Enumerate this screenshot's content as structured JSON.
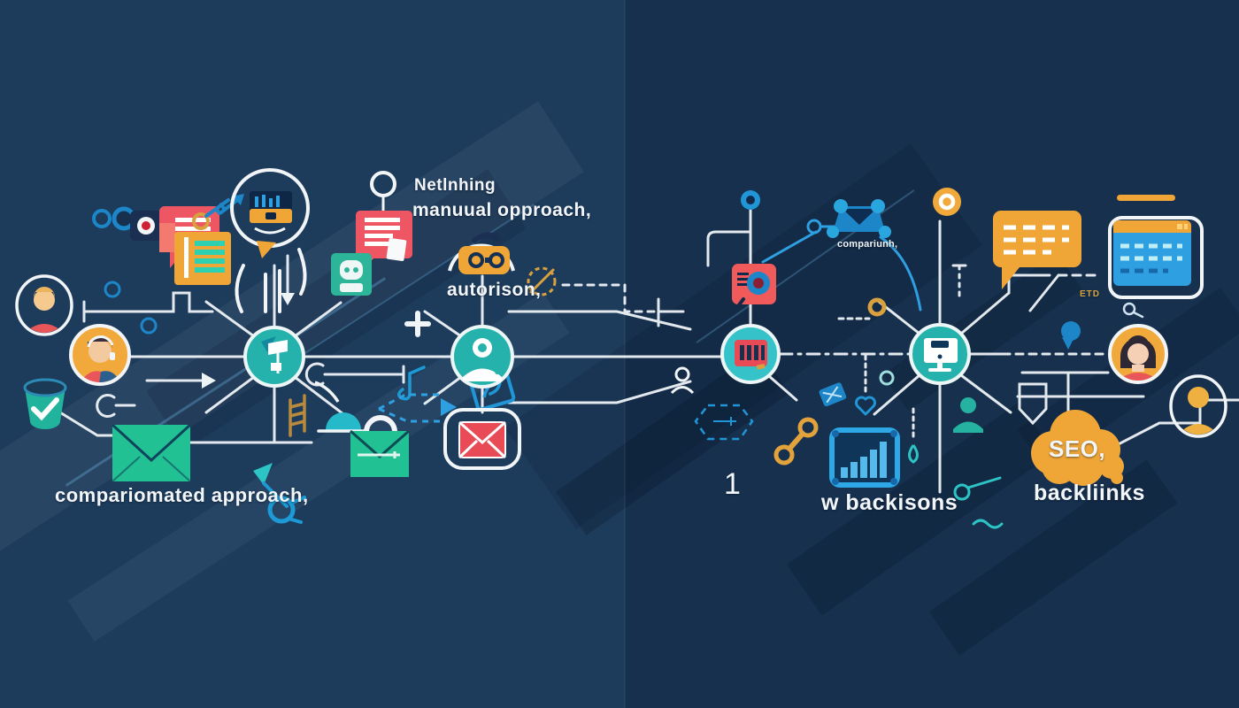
{
  "labels": {
    "left_heading_line1": "Netlnhing",
    "left_heading_line2": "manuual opproach,",
    "left_sub": "autorison,",
    "left_caption": "compariomated approach,",
    "right_small": "compariunh,",
    "right_number": "1",
    "right_caption": "w backisons",
    "cloud": "SEO,",
    "cloud_caption": "backliinks",
    "tiny_glyph": "ETD"
  },
  "palette": {
    "bg_left": "#1d3c5c",
    "bg_right": "#16304e",
    "line_white": "#eef3f6",
    "teal_hub": "#25b2ac",
    "green_envelope": "#21c193",
    "blue": "#1d86c8",
    "light_blue": "#2e9fe0",
    "orange": "#f0a637",
    "red": "#ef5663",
    "gold": "#d9a13e"
  },
  "icons": [
    "binoculars-icon",
    "camera-dot-icon",
    "chat-bubble-icon",
    "document-icon",
    "key-icon",
    "arrow-up-icon",
    "mascot-head-icon",
    "radio-icon",
    "lollipop-node-icon",
    "red-document-icon",
    "robot-icon",
    "arc-radio-icon",
    "coin-icon",
    "plus-icon",
    "music-note-icon",
    "dashed-arrow-icon",
    "ladder-icon",
    "bell-icon",
    "stamp-icon",
    "avatar",
    "headset-avatar",
    "bucket-check-icon",
    "envelope-icon",
    "briefcase-envelope-icon",
    "mail-card-icon",
    "send-bird-icon",
    "hub-flag-icon",
    "hub-user-icon",
    "hub-barcode-icon",
    "hub-monitor-icon",
    "search-eye-icon",
    "network-node-icon",
    "node-dot-icon",
    "ring-icon",
    "chat-dashed-icon",
    "browser-icon",
    "magnifier-icon",
    "bar-chart-icon",
    "link-icon",
    "hexagon-icon",
    "tag-icon",
    "person-outline-icon",
    "person-silhouette-icon",
    "seo-cloud-icon",
    "woman-avatar",
    "yellow-person-avatar",
    "comma-icon",
    "heart-icon",
    "droplet-icon",
    "gold-ring-icon",
    "squiggle-icon"
  ]
}
